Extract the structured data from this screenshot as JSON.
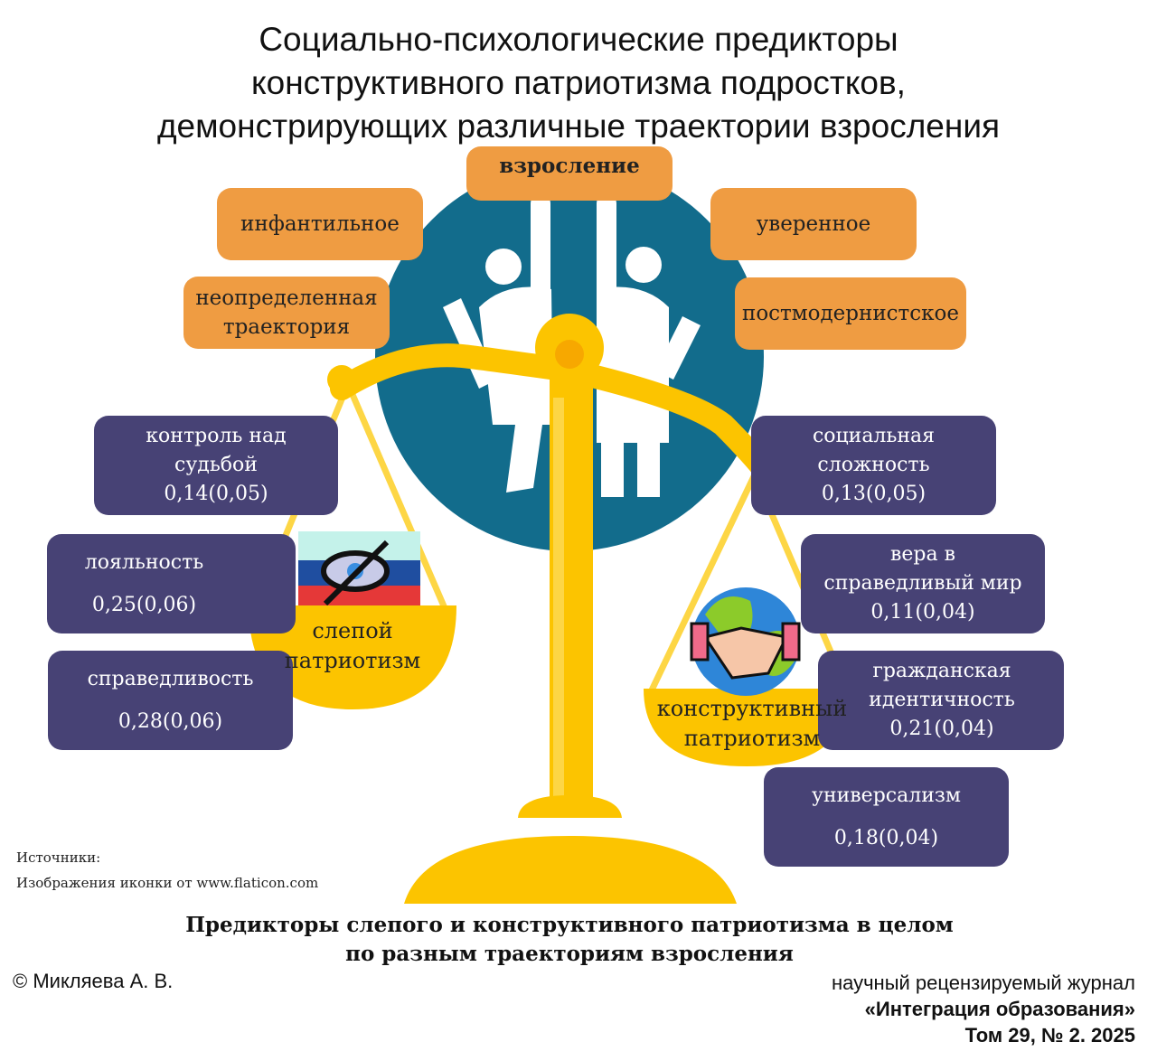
{
  "title": [
    "Социально-психологические предикторы",
    "конструктивного патриотизма подростков,",
    "демонстрирующих различные траектории взросления"
  ],
  "trajectories": {
    "header": "взросление",
    "infantile": "инфантильное",
    "confident": "уверенное",
    "uncertain": [
      "неопределенная",
      "траектория"
    ],
    "postmodern": "постмодернистское"
  },
  "blind_patriotism": {
    "label": [
      "слепой",
      "патриотизм"
    ],
    "predictors": [
      {
        "name": [
          "контроль над",
          "судьбой"
        ],
        "value": "0,14(0,05)"
      },
      {
        "name": [
          "лояльность"
        ],
        "value": "0,25(0,06)"
      },
      {
        "name": [
          "справедливость"
        ],
        "value": "0,28(0,06)"
      }
    ]
  },
  "constructive_patriotism": {
    "label": [
      "конструктивный",
      "патриотизм"
    ],
    "predictors": [
      {
        "name": [
          "социальная",
          "сложность"
        ],
        "value": "0,13(0,05)"
      },
      {
        "name": [
          "вера в",
          "справедливый мир"
        ],
        "value": "0,11(0,04)"
      },
      {
        "name": [
          "гражданская",
          "идентичность"
        ],
        "value": "0,21(0,04)"
      },
      {
        "name": [
          "универсализм"
        ],
        "value": "0,18(0,04)"
      }
    ]
  },
  "sources": {
    "label": "Источники:",
    "text": "Изображения иконки от www.flaticon.com"
  },
  "caption": [
    "Предикторы слепого и конструктивного патриотизма в целом",
    "по разным траекториям взросления"
  ],
  "author": "© Микляева А. В.",
  "journal": {
    "line1": "научный рецензируемый журнал",
    "name": "«Интеграция образования»",
    "issue": "Том 29, № 2. 2025"
  },
  "colors": {
    "teal": "#126c8c",
    "orange": "#ef9c42",
    "purple": "#474275",
    "gold": "#fcc400"
  }
}
